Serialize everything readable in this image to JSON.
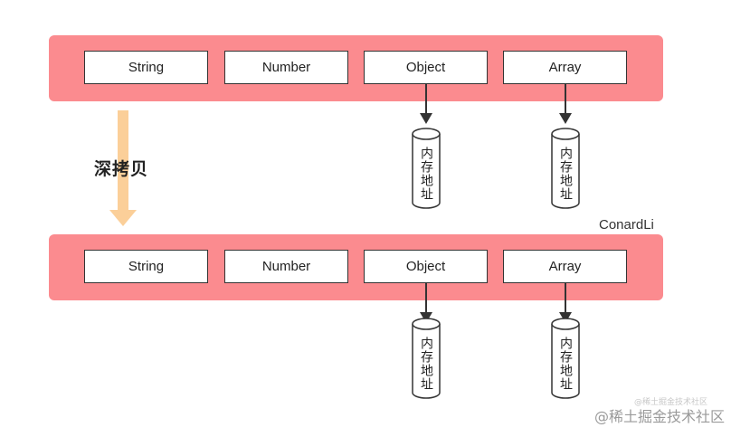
{
  "colors": {
    "band": "#fb8b8f",
    "deep_arrow": "#fbcf99",
    "stroke": "#333333"
  },
  "top_row": {
    "cells": [
      "String",
      "Number",
      "Object",
      "Array"
    ]
  },
  "bottom_row": {
    "cells": [
      "String",
      "Number",
      "Object",
      "Array"
    ]
  },
  "memory_label": "内存地址",
  "deep_copy_label": "深拷贝",
  "author": "ConardLi",
  "watermark": {
    "small": "@稀土掘金技术社区",
    "big": "@稀土掘金技术社区"
  }
}
